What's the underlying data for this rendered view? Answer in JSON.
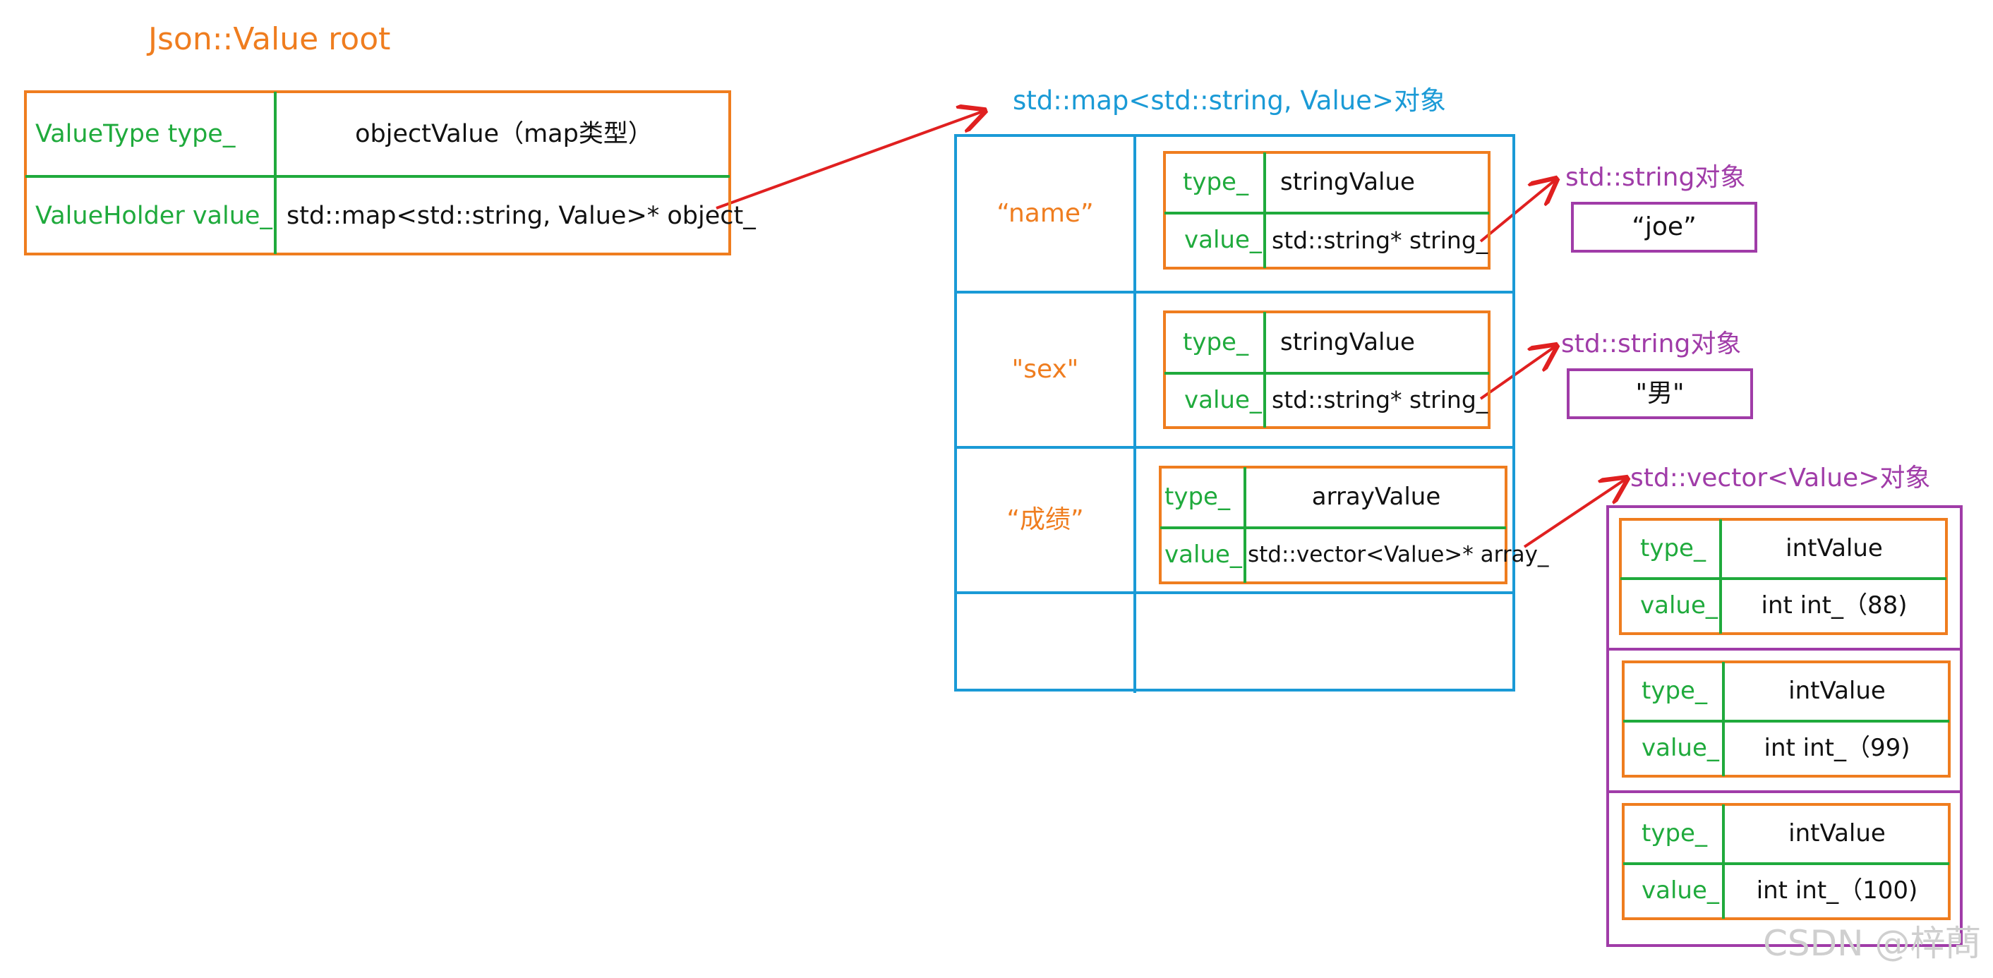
{
  "root": {
    "title": "Json::Value  root",
    "type_label": "ValueType type_",
    "type_value": "objectValue（map类型）",
    "value_label": "ValueHolder value_",
    "value_value": "std::map<std::string, Value>* object_"
  },
  "map": {
    "title": "std::map<std::string, Value>对象",
    "entries": [
      {
        "key": "“name”",
        "type_label": "type_",
        "type_value": "stringValue",
        "value_label": "value_",
        "value_value": "std::string* string_"
      },
      {
        "key": "\"sex\"",
        "type_label": "type_",
        "type_value": "stringValue",
        "value_label": "value_",
        "value_value": "std::string* string_"
      },
      {
        "key": "“成绩”",
        "type_label": "type_",
        "type_value": "arrayValue",
        "value_label": "value_",
        "value_value": "std::vector<Value>* array_"
      }
    ]
  },
  "strings": [
    {
      "title": "std::string对象",
      "value": "“joe”"
    },
    {
      "title": "std::string对象",
      "value": "\"男\""
    }
  ],
  "vector": {
    "title": "std::vector<Value>对象",
    "items": [
      {
        "type_label": "type_",
        "type_value": "intValue",
        "value_label": "value_",
        "value_value": "int int_（88)"
      },
      {
        "type_label": "type_",
        "type_value": "intValue",
        "value_label": "value_",
        "value_value": "int int_（99)"
      },
      {
        "type_label": "type_",
        "type_value": "intValue",
        "value_label": "value_",
        "value_value": "int int_（100)"
      }
    ]
  },
  "watermark": "CSDN @梓蔄",
  "colors": {
    "orange": "#ef7d1f",
    "green": "#1faa3c",
    "blue": "#1a9ad6",
    "purple": "#a03ca8",
    "arrow": "#e02020"
  }
}
